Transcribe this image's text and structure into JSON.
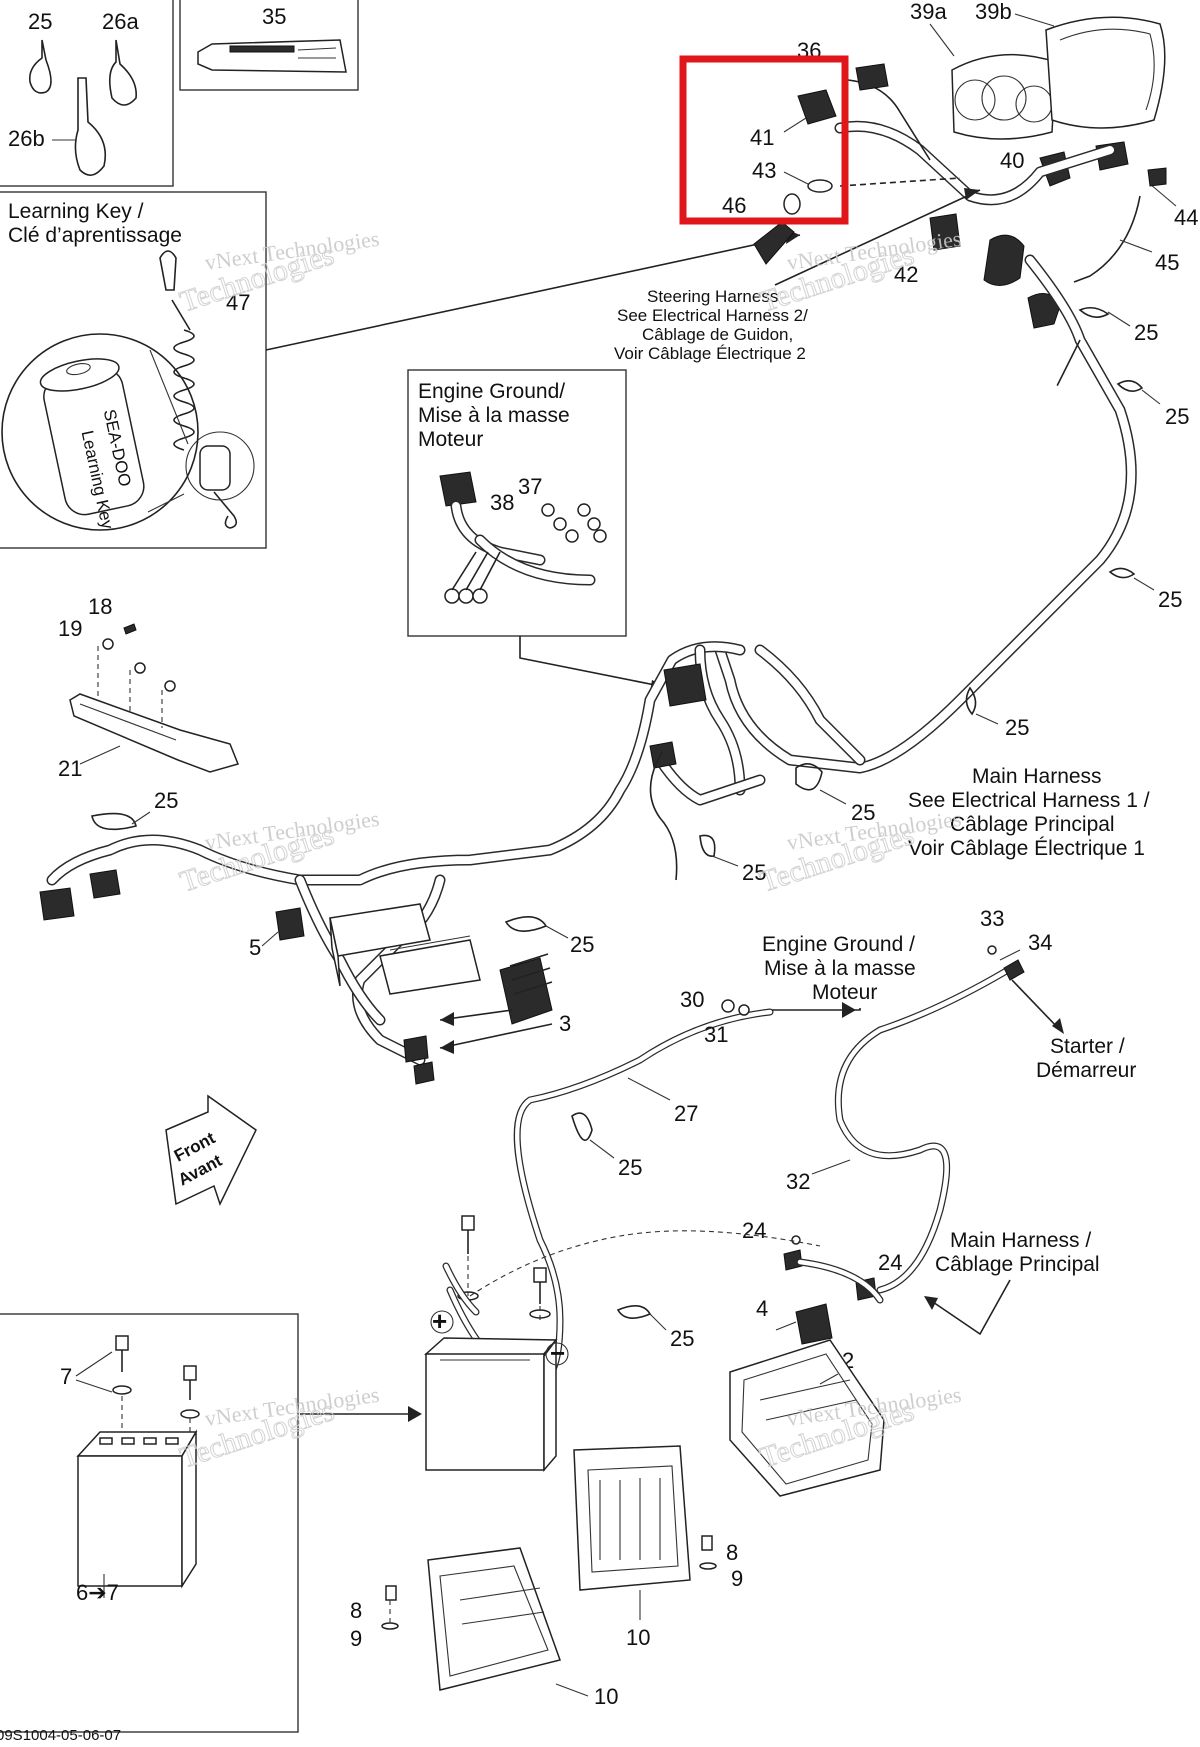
{
  "colors": {
    "highlight": "#e0161b",
    "ink": "#222222",
    "watermark": "#c9c9c9"
  },
  "watermark": {
    "line1": "vNext Technologies",
    "line2": "Technologies",
    "line3": "vNext"
  },
  "captions": {
    "learning_key": {
      "line1": "Learning Key /",
      "line2": "Clé d’aprentissage",
      "key_text_brand": "SEA-DOO",
      "key_text": "Learning Key"
    },
    "steering_harness": {
      "line1": "Steering Harness",
      "line2": "See Electrical Harness 2/",
      "line3": "Câblage de Guidon,",
      "line4": "Voir Câblage Électrique 2"
    },
    "engine_ground_box": {
      "line1": "Engine Ground/",
      "line2": "Mise à la masse",
      "line3": "Moteur"
    },
    "main_harness_1": {
      "line1": "Main Harness",
      "line2": "See Electrical Harness 1 /",
      "line3": "Câblage Principal",
      "line4": "Voir Câblage Électrique 1"
    },
    "engine_ground": {
      "line1": "Engine Ground /",
      "line2": "Mise à la masse",
      "line3": "Moteur"
    },
    "starter": {
      "line1": "Starter /",
      "line2": "Démarreur"
    },
    "main_harness_2": {
      "line1": "Main Harness /",
      "line2": "Câblage Principal"
    },
    "front": {
      "line1": "Front",
      "line2": "Avant"
    },
    "battery_plus": "+",
    "battery_minus": "−",
    "figure_code": "09S1004-05-06-07"
  },
  "part_labels": {
    "p25_top": "25",
    "p26a": "26a",
    "p26b": "26b",
    "p35": "35",
    "p36": "36",
    "p39a": "39a",
    "p39b": "39b",
    "p40": "40",
    "p41": "41",
    "p43": "43",
    "p46": "46",
    "p42": "42",
    "p44": "44",
    "p45": "45",
    "p47": "47",
    "p25_a": "25",
    "p25_b": "25",
    "p25_c": "25",
    "p25_d": "25",
    "p25_e": "25",
    "p25_f": "25",
    "p25_g": "25",
    "p25_h": "25",
    "p25_i": "25",
    "p25_j": "25",
    "p37": "37",
    "p38": "38",
    "p18": "18",
    "p19": "19",
    "p21": "21",
    "p5": "5",
    "p3": "3",
    "p33": "33",
    "p34": "34",
    "p30": "30",
    "p31": "31",
    "p27": "27",
    "p32": "32",
    "p24_a": "24",
    "p24_b": "24",
    "p4": "4",
    "p2": "2",
    "p7": "7",
    "p6_7": "6➔7",
    "p8_a": "8",
    "p9_a": "9",
    "p8_b": "8",
    "p9_b": "9",
    "p10_a": "10",
    "p10_b": "10"
  }
}
